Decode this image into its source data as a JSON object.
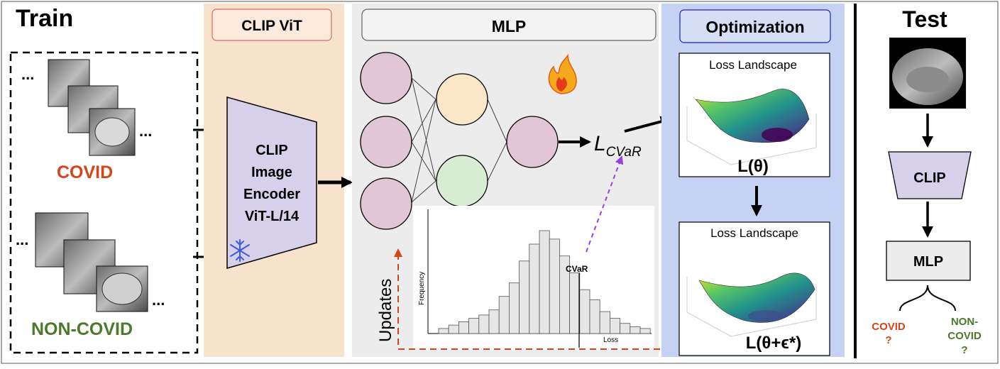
{
  "train": {
    "title": "Train",
    "ellipsis": "...",
    "covid_label": "COVID",
    "noncovid_label": "NON-COVID"
  },
  "clip_vit": {
    "header": "CLIP ViT",
    "encoder_lines": [
      "CLIP",
      "Image",
      "Encoder",
      "ViT-L/14"
    ],
    "frozen_icon": "snowflake-icon"
  },
  "mlp": {
    "header": "MLP",
    "trainable_icon": "fire-icon",
    "loss_symbol": "L",
    "loss_subscript": "CVaR",
    "updates_label": "Updates"
  },
  "histogram": {
    "ylabel": "Frequency",
    "xlabel": "Loss",
    "cvar_label": "CVaR",
    "bars": [
      3,
      5,
      7,
      9,
      11,
      14,
      22,
      30,
      43,
      53,
      61,
      56,
      46,
      36,
      26,
      20,
      13,
      9,
      6,
      4,
      3
    ]
  },
  "optimization": {
    "header": "Optimization",
    "panel1_title": "Loss Landscape",
    "panel1_caption": "L(θ)",
    "panel2_title": "Loss Landscape",
    "panel2_caption": "L(θ+ϵ*)"
  },
  "test": {
    "title": "Test",
    "clip_label": "CLIP",
    "mlp_label": "MLP",
    "covid_lines": [
      "COVID",
      "?"
    ],
    "noncovid_lines": [
      "NON-",
      "COVID",
      "?"
    ]
  },
  "colors": {
    "covid": "#d8431a",
    "noncovid": "#4a7a2a",
    "clip_panel": "#f7e3cc",
    "encoder": "#d6d0ea",
    "mlp_panel": "#ececec",
    "opt_panel": "#c5d2f4",
    "update_arrow": "#d8431a",
    "cvar_arrow": "#9b3fe0"
  }
}
